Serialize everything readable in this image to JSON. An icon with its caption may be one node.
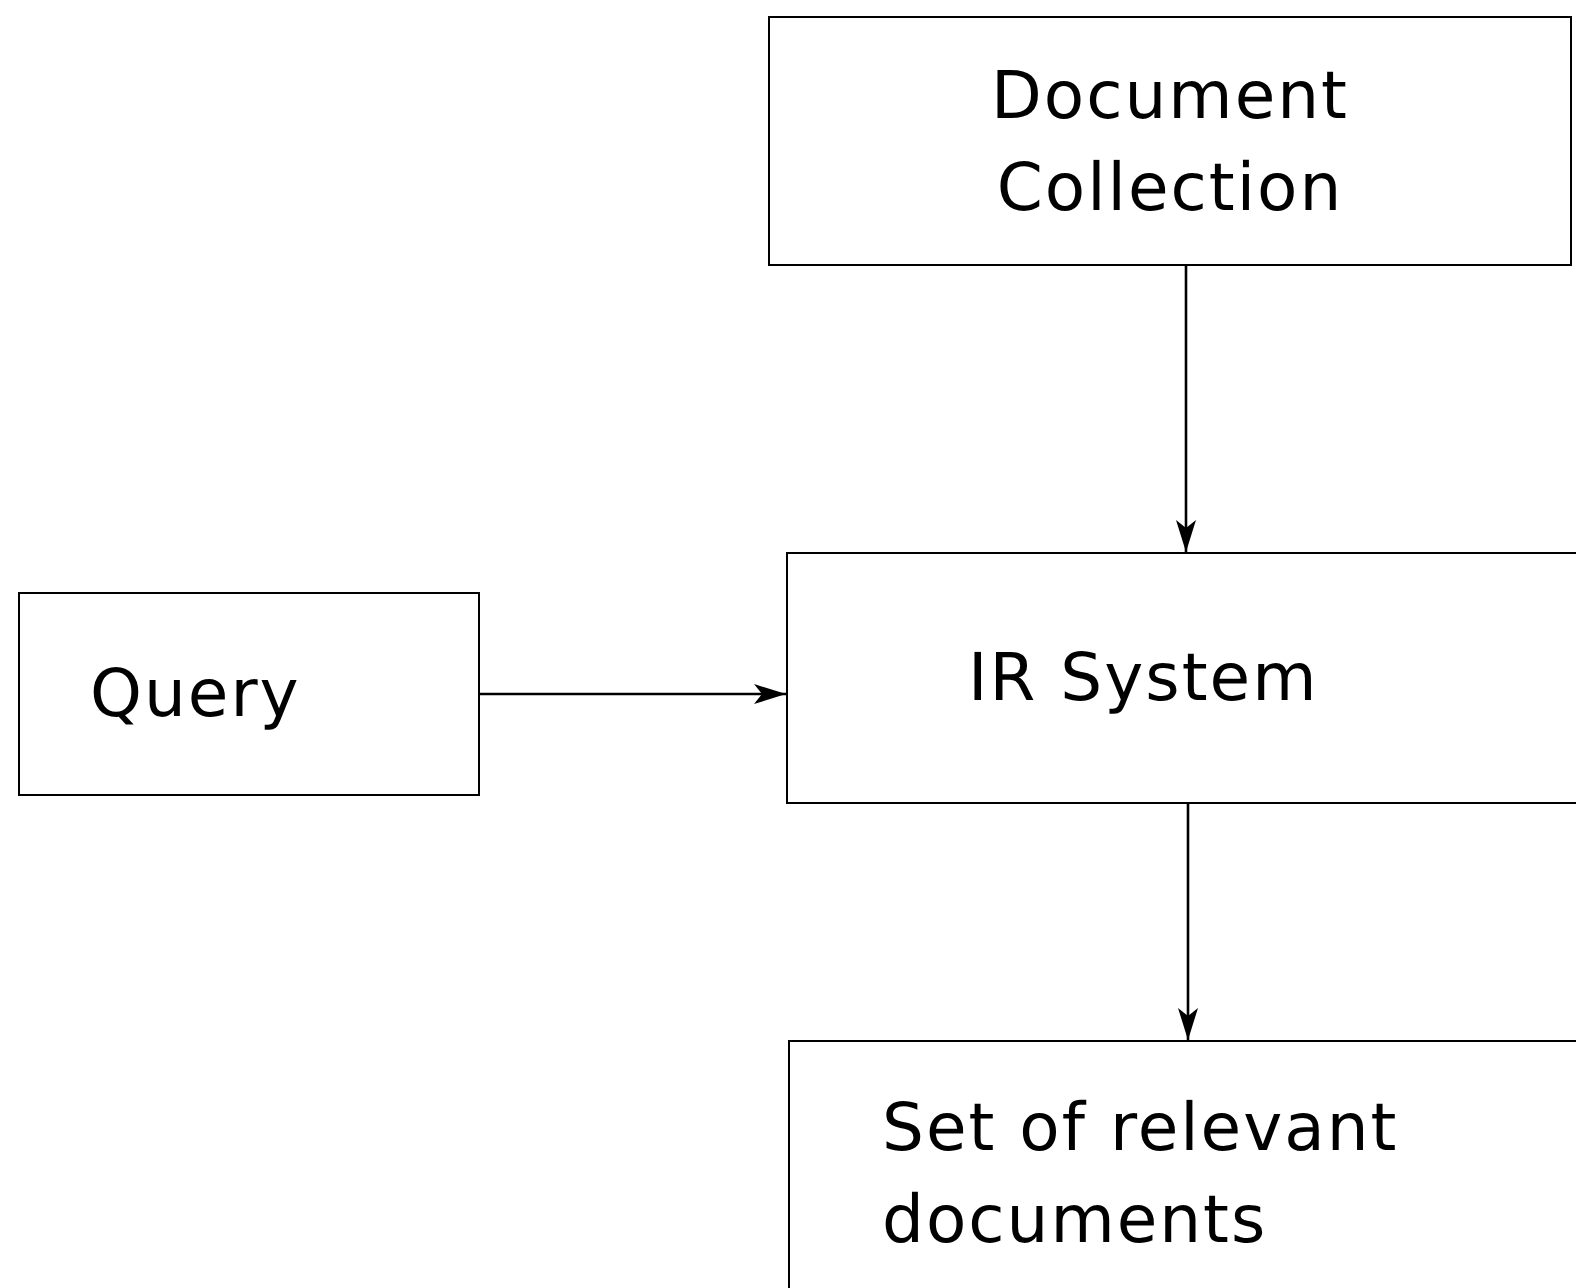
{
  "diagram": {
    "nodes": [
      {
        "text": [
          "Document Collection"
        ]
      },
      {
        "text": [
          "Query"
        ]
      },
      {
        "text": [
          "IR System"
        ]
      },
      {
        "text": [
          "Set of relevant documents"
        ]
      }
    ],
    "edges": [
      {
        "from": 0,
        "to": 2,
        "arrow": "to"
      },
      {
        "from": 1,
        "to": 2,
        "arrow": "to"
      },
      {
        "from": 2,
        "to": 3,
        "arrow": "to"
      }
    ]
  }
}
